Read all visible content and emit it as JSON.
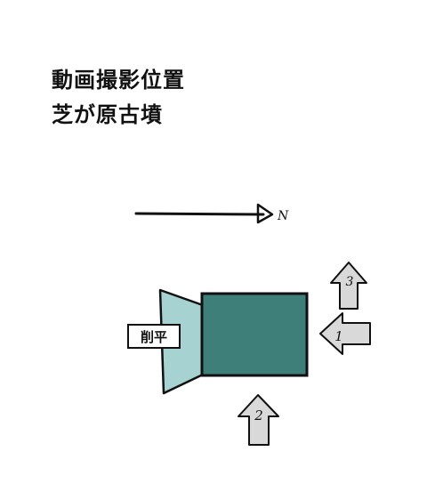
{
  "title": {
    "line1": "動画撮影位置",
    "line2": "芝が原古墳"
  },
  "compass": {
    "north_label": "N"
  },
  "mound": {
    "cut_label": "削平"
  },
  "viewpoints": [
    {
      "number": "1",
      "direction": "left"
    },
    {
      "number": "2",
      "direction": "up"
    },
    {
      "number": "3",
      "direction": "up"
    }
  ],
  "colors": {
    "square_mound": "#3f7f7a",
    "front_part": "#a6d3d2",
    "arrow_fill": "#d9d9d9",
    "outline": "#111111"
  }
}
